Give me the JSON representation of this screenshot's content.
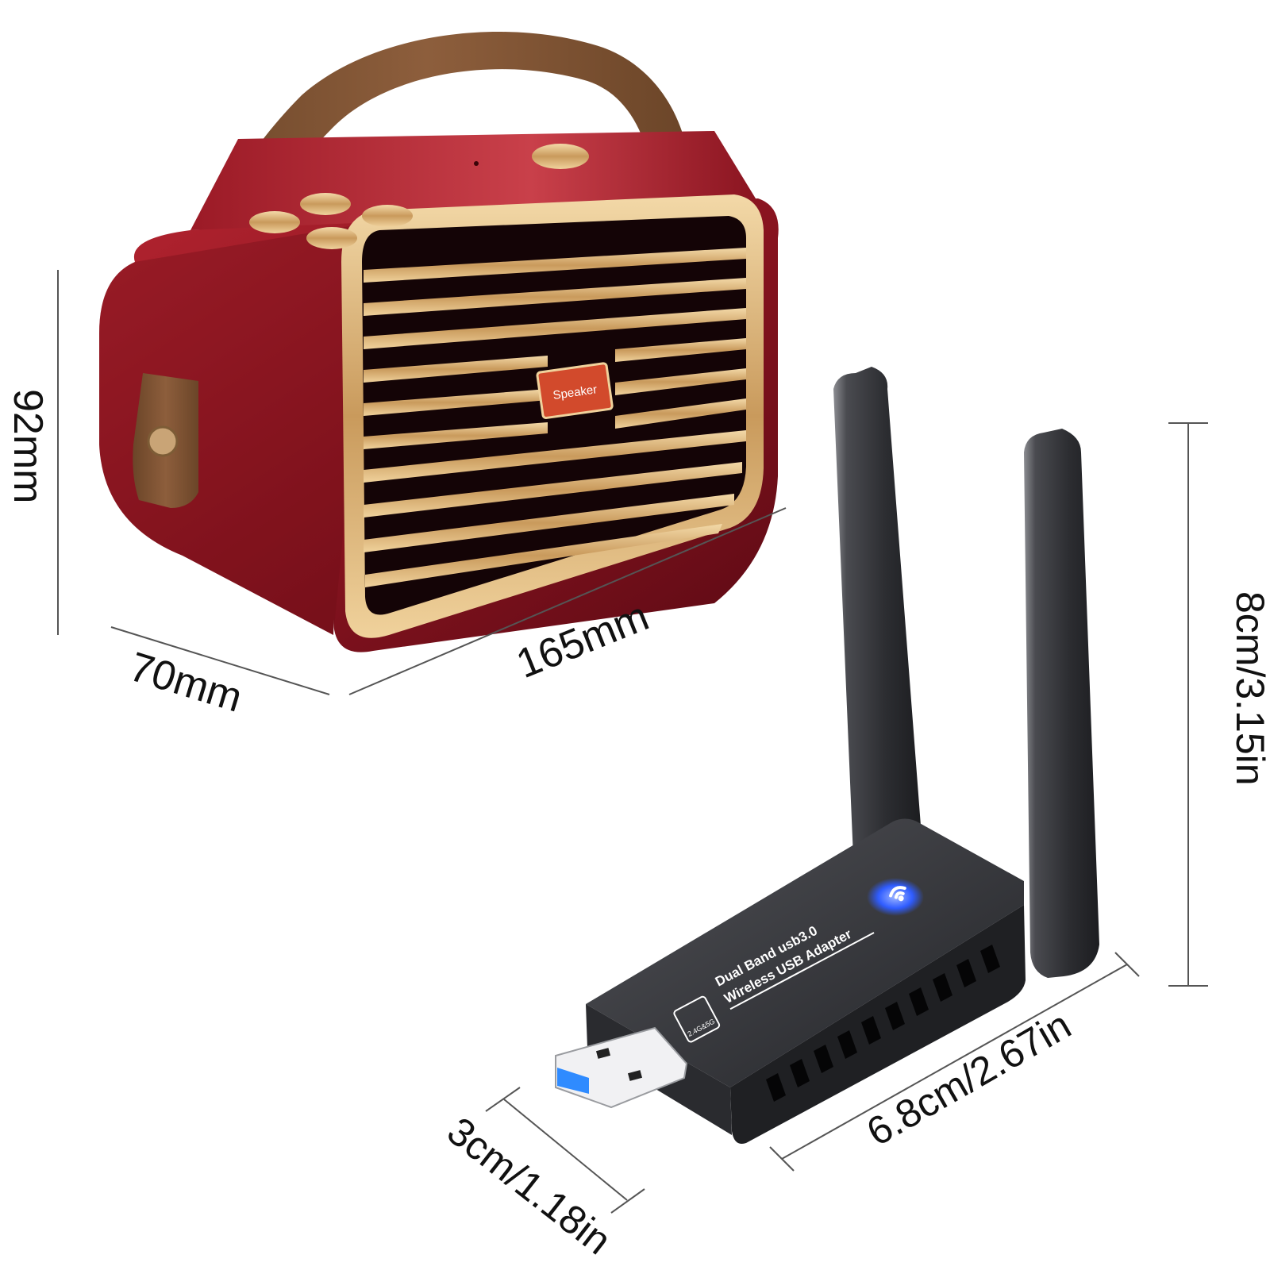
{
  "speaker": {
    "badge_label": "Speaker",
    "height_label": "92mm",
    "length_label": "165mm",
    "depth_label": "70mm",
    "colors": {
      "body": "#8a1420",
      "trim": "#d9b37a",
      "strap": "#7b5236"
    }
  },
  "adapter": {
    "label_line1": "Dual Band usb3.0",
    "label_line2": "Wireless USB Adapter",
    "chip_label": "2.4G&5G",
    "height_label": "8cm/3.15in",
    "length_label": "6.8cm/2.67in",
    "width_label": "3cm/1.18in",
    "colors": {
      "body": "#2e2f33",
      "led": "#2f5cff",
      "usb_tongue": "#2f8bff"
    }
  },
  "icons": [
    "wifi-icon"
  ]
}
